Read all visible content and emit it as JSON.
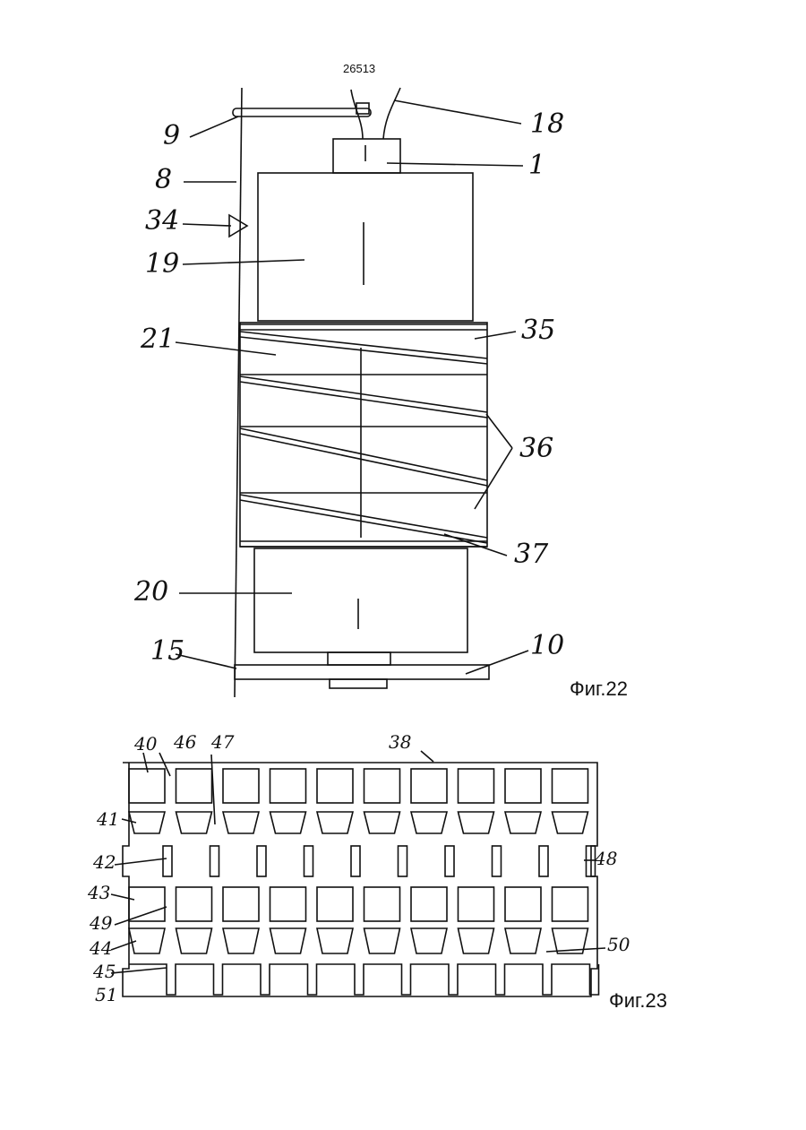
{
  "page_number": "26513",
  "figures": [
    {
      "caption": "Фиг.22",
      "labels": [
        "1",
        "8",
        "9",
        "10",
        "15",
        "18",
        "19",
        "20",
        "21",
        "34",
        "35",
        "36",
        "37"
      ]
    },
    {
      "caption": "Фиг.23",
      "labels": [
        "38",
        "40",
        "41",
        "42",
        "43",
        "44",
        "45",
        "46",
        "47",
        "48",
        "49",
        "50",
        "51"
      ]
    }
  ],
  "fig22": {
    "caption": "Фиг.22",
    "l1": "1",
    "l8": "8",
    "l9": "9",
    "l10": "10",
    "l15": "15",
    "l18": "18",
    "l19": "19",
    "l20": "20",
    "l21": "21",
    "l34": "34",
    "l35": "35",
    "l36": "36",
    "l37": "37"
  },
  "fig23": {
    "caption": "Фиг.23",
    "l38": "38",
    "l40": "40",
    "l41": "41",
    "l42": "42",
    "l43": "43",
    "l44": "44",
    "l45": "45",
    "l46": "46",
    "l47": "47",
    "l48": "48",
    "l49": "49",
    "l50": "50",
    "l51": "51"
  }
}
